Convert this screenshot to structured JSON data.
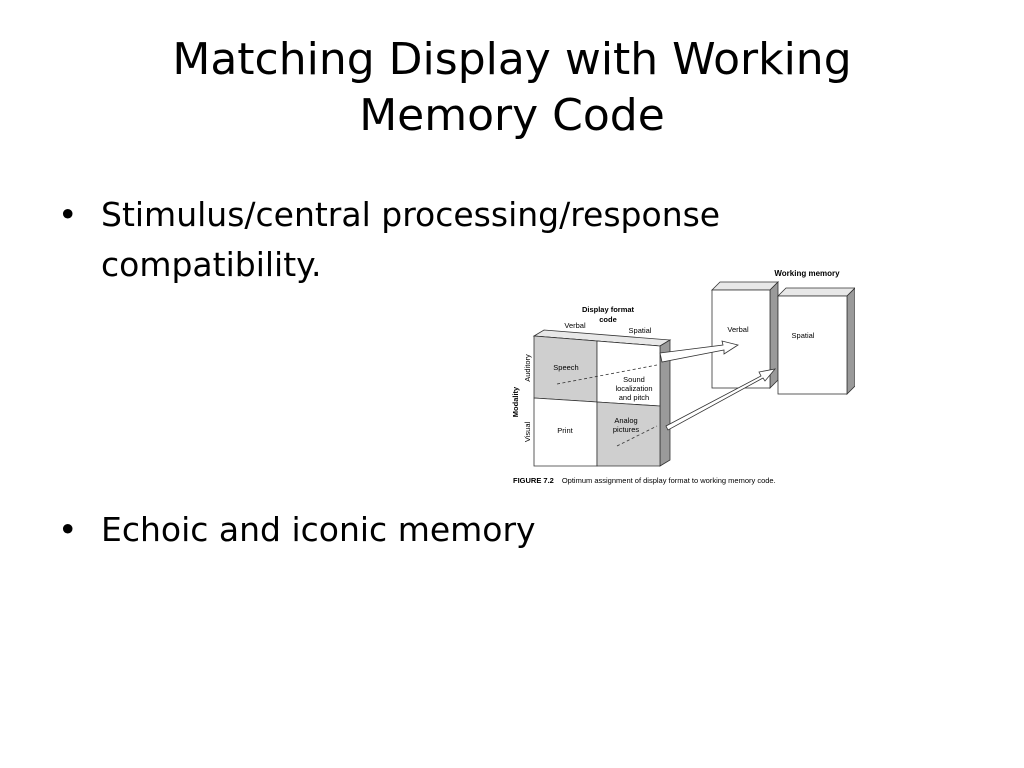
{
  "slide": {
    "title_line1": "Matching Display with Working",
    "title_line2": "Memory Code",
    "bullets": [
      {
        "marker": "•",
        "line1": "Stimulus/central processing/response",
        "line2": "compatibility."
      },
      {
        "marker": "•",
        "line1": "Echoic and iconic memory"
      }
    ]
  },
  "figure": {
    "working_memory_label": "Working memory",
    "wm_verbal": "Verbal",
    "wm_spatial": "Spatial",
    "display_format_line1": "Display format",
    "display_format_line2": "code",
    "col_verbal": "Verbal",
    "col_spatial": "Spatial",
    "modality_label": "Modality",
    "row_auditory": "Auditory",
    "row_visual": "Visual",
    "cell_speech": "Speech",
    "cell_sound_line1": "Sound",
    "cell_sound_line2": "localization",
    "cell_sound_line3": "and pitch",
    "cell_print": "Print",
    "cell_analog_line1": "Analog",
    "cell_analog_line2": "pictures",
    "caption_label": "FIGURE 7.2",
    "caption_text": "Optimum assignment of display format to working memory code.",
    "colors": {
      "shaded_cell": "#cfcfcf",
      "box_side": "#9a9a9a",
      "box_top": "#e8e8e8"
    }
  }
}
